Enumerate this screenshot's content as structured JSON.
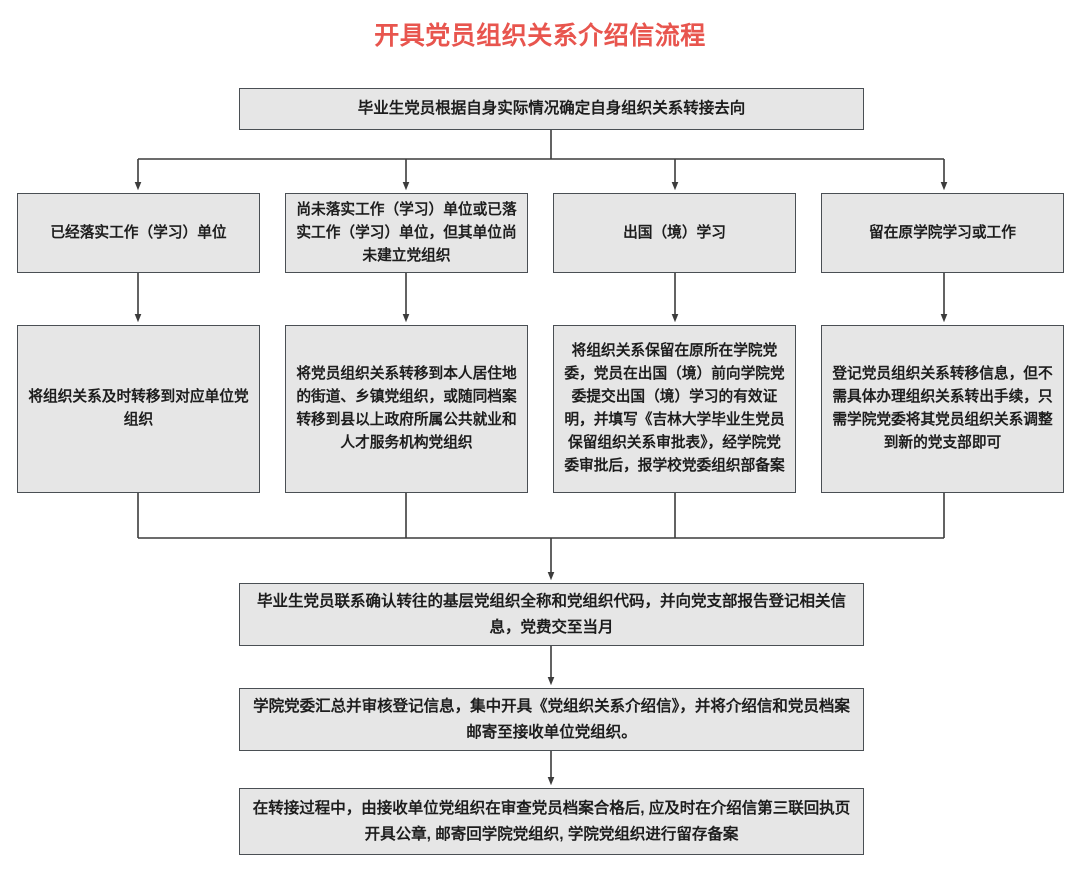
{
  "title": "开具党员组织关系介绍信流程",
  "colors": {
    "title": "#e8554e",
    "box_fill": "#e6e6e6",
    "box_border": "#4a4f54",
    "connector": "#3c3c3c",
    "background": "#ffffff"
  },
  "nodes": {
    "start": {
      "label": "毕业生党员根据自身实际情况确定自身组织关系转接去向"
    },
    "branches": [
      {
        "label": "已经落实工作（学习）单位"
      },
      {
        "label": "尚未落实工作（学习）单位或已落实工作（学习）单位，但其单位尚未建立党组织"
      },
      {
        "label": "出国（境）学习"
      },
      {
        "label": "留在原学院学习或工作"
      }
    ],
    "actions": [
      {
        "label": "将组织关系及时转移到对应单位党组织"
      },
      {
        "label": "将党员组织关系转移到本人居住地的街道、乡镇党组织，或随同档案转移到县以上政府所属公共就业和人才服务机构党组织"
      },
      {
        "label": "将组织关系保留在原所在学院党委，党员在出国（境）前向学院党委提交出国（境）学习的有效证明，并填写《吉林大学毕业生党员保留组织关系审批表》，经学院党委审批后，报学校党委组织部备案"
      },
      {
        "label": "登记党员组织关系转移信息，但不需具体办理组织关系转出手续，只需学院党委将其党员组织关系调整到新的党支部即可"
      }
    ],
    "steps": [
      {
        "label": "毕业生党员联系确认转往的基层党组织全称和党组织代码，并向党支部报告登记相关信息，党费交至当月"
      },
      {
        "label": "学院党委汇总并审核登记信息，集中开具《党组织关系介绍信》，并将介绍信和党员档案邮寄至接收单位党组织。"
      },
      {
        "label": "在转接过程中，由接收单位党组织在审查党员档案合格后, 应及时在介绍信第三联回执页开具公章, 邮寄回学院党组织, 学院党组织进行留存备案"
      }
    ]
  }
}
